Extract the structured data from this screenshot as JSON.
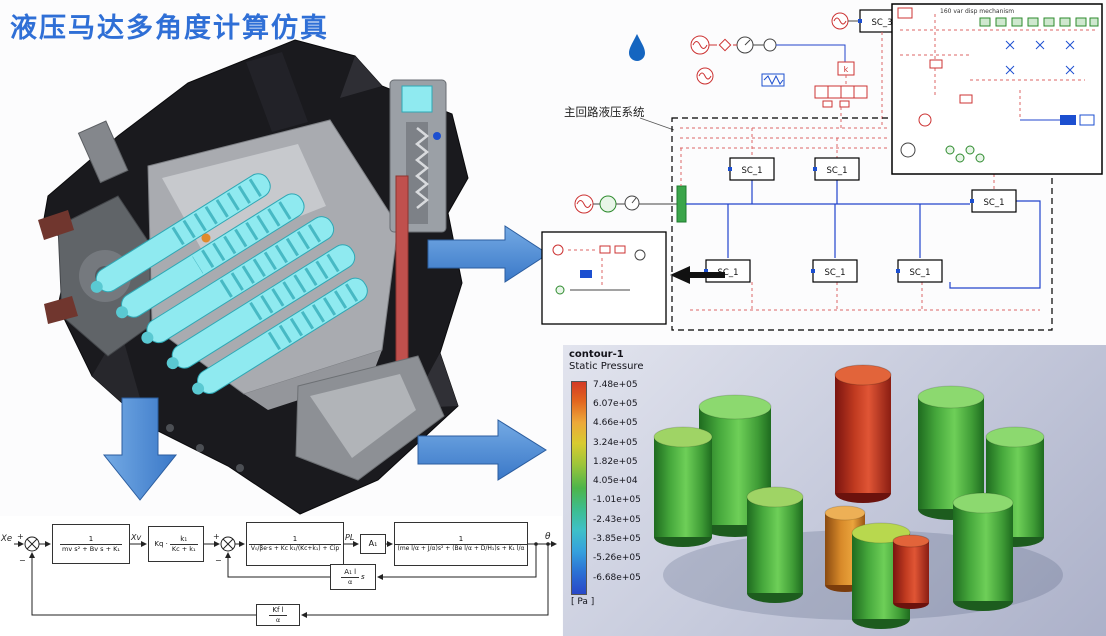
{
  "title": "液压马达多角度计算仿真",
  "schematic": {
    "system_label": "主回路液压系统",
    "sc3_label": "SC_3",
    "sc1_label": "SC_1",
    "inset_title": "160 var disp mechanism",
    "k_label": "k"
  },
  "cfd": {
    "title": "contour-1",
    "subtitle": "Static Pressure",
    "unit_label": "[ Pa ]",
    "legend_values": [
      "7.48e+05",
      "6.07e+05",
      "4.66e+05",
      "3.24e+05",
      "1.82e+05",
      "4.05e+04",
      "-1.01e+05",
      "-2.43e+05",
      "-3.85e+05",
      "-5.26e+05",
      "-6.68e+05"
    ]
  },
  "block_diagram": {
    "input_label": "Xe",
    "xv_label": "Xv",
    "pl_label": "PL",
    "output_label": "θ",
    "plus": "+",
    "minus": "−",
    "b1": {
      "num": "1",
      "den": "mv s² + Bv s + K₁"
    },
    "b2": {
      "coeff": "Kq ·",
      "num": "k₁",
      "den": "Kc + k₁"
    },
    "b3": {
      "num": "1",
      "den": "V₀/βe·s + Kc k₁/(Kc+k₁) + Cip"
    },
    "b4": {
      "label": "A₁"
    },
    "b5": {
      "num": "1",
      "den": "(me l/α + J/α)s² + (Be l/α + D/H₁)s + K₁ l/α"
    },
    "fb1": {
      "num": "A₁ l",
      "den": "α",
      "suffix": "s"
    },
    "fb2": {
      "num": "Kf l",
      "den": "α"
    }
  }
}
